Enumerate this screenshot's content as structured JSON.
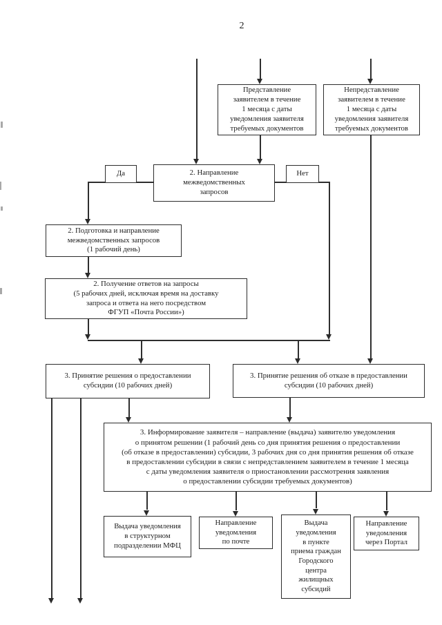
{
  "page": {
    "number": "2"
  },
  "colors": {
    "line": "#2b2b2b",
    "text": "#1c1c1c",
    "background": "#ffffff"
  },
  "flowchart": {
    "nodes": {
      "t1": {
        "text": "Представление\nзаявителем в течение\n1 месяца с даты\nуведомления заявителя\nтребуемых документов"
      },
      "t2": {
        "text": "Непредставление\nзаявителем в течение\n1 месяца с даты\nуведомления заявителя\nтребуемых документов"
      },
      "yes": {
        "text": "Да"
      },
      "no": {
        "text": "Нет"
      },
      "m": {
        "text": "2. Направление\nмежведомственных\nзапросов"
      },
      "p": {
        "text": "2. Подготовка и направление\nмежведомственных запросов\n(1 рабочий день)"
      },
      "g": {
        "text": "2. Получение ответов на запросы\n(5 рабочих дней, исключая время на доставку\nзапроса и ответа на него посредством\nФГУП «Почта России»)"
      },
      "d1": {
        "text": "3. Принятие решения о предоставлении\nсубсидии (10 рабочих дней)"
      },
      "d2": {
        "text": "3. Принятие решения об отказе в предоставлении\nсубсидии (10 рабочих дней)"
      },
      "info": {
        "text": "3. Информирование заявителя – направление (выдача) заявителю уведомления\nо принятом решении (1 рабочий день со дня принятия решения о предоставлении\n(об отказе в предоставлении) субсидии, 3 рабочих дня со дня принятия решения об отказе\nв предоставлении субсидии в связи с непредставлением заявителем в течение 1 месяца\nс даты уведомления заявителя о приостановлении рассмотрения заявления\nо предоставлении субсидии требуемых документов)"
      },
      "out1": {
        "text": "Выдача уведомления\nв структурном\nподразделении МФЦ"
      },
      "out2": {
        "text": "Направление\nуведомления\nпо почте"
      },
      "out3": {
        "text": "Выдача\nуведомления\nв пункте\nприема граждан\nГородского\nцентра\nжилищных\nсубсидий"
      },
      "out4": {
        "text": "Направление\nуведомления\nчерез Портал"
      }
    }
  }
}
